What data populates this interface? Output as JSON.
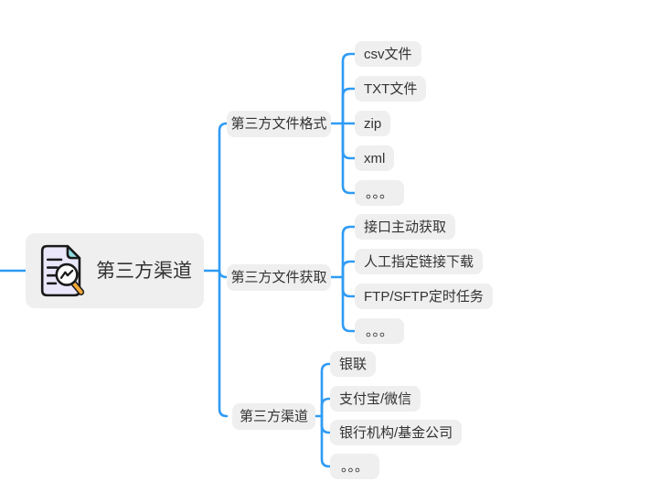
{
  "diagram": {
    "type": "mindmap",
    "colors": {
      "connector_blue": "#2f9bf4",
      "node_background": "#efefef",
      "text": "#333333",
      "canvas_background": "#ffffff",
      "icon_document_fill": "#eae7fb",
      "icon_fold_teal": "#8fdde0",
      "icon_handle_orange": "#f2a838"
    },
    "root": {
      "label": "第三方渠道",
      "icon": "document-chart-magnifier-icon"
    },
    "branches": [
      {
        "label": "第三方文件格式",
        "children": [
          "csv文件",
          "TXT文件",
          "zip",
          "xml",
          "。。。"
        ]
      },
      {
        "label": "第三方文件获取",
        "children": [
          "接口主动获取",
          "人工指定链接下载",
          "FTP/SFTP定时任务",
          "。。。"
        ]
      },
      {
        "label": "第三方渠道",
        "children": [
          "银联",
          "支付宝/微信",
          "银行机构/基金公司",
          "。。。"
        ]
      }
    ]
  }
}
